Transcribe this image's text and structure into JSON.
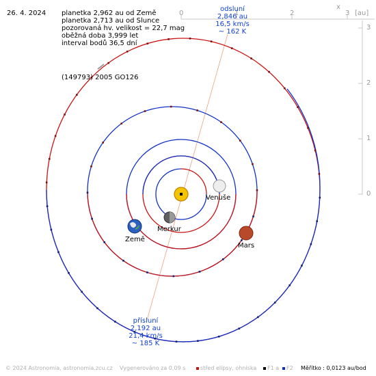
{
  "info": {
    "date": "26. 4. 2024",
    "lines": [
      "planetka 2,962 au od Země",
      "planetka 2,713 au od Slunce",
      "pozorovaná hv. velikost = 22,7 mag",
      "oběžná doba 3,999 let",
      "interval bodů 36,5 dní"
    ],
    "object_name": "(149793) 2005 GO126"
  },
  "aphelion": {
    "title": "odsluní",
    "lines": [
      "2,846 au",
      "16,5 km/s",
      "~ 162 K"
    ]
  },
  "perihelion": {
    "title": "přísluní",
    "lines": [
      "2,192 au",
      "21,4 km/s",
      "~ 185 K"
    ]
  },
  "axis": {
    "unit": "[au]",
    "x_ticks": [
      "0",
      "1",
      "2",
      "3"
    ],
    "y_ticks": [
      "3",
      "2",
      "1",
      "0"
    ],
    "corner": "x"
  },
  "bodies": {
    "venus": "Venuše",
    "earth": "Země",
    "mercury": "Merkur",
    "mars": "Mars"
  },
  "footer": {
    "copyright": "© 2024 Astronomia, astronomia.zcu.cz",
    "generated": "Vygenerováno za 0,09 s",
    "center": "střed elipsy, ohniska",
    "f1": "F1 a",
    "f2": "F2",
    "scale": "Měřítko : 0,0123 au/bod"
  },
  "colors": {
    "orbit_red": "#cc1111",
    "orbit_blue": "#1030c8",
    "sun": "#f5c400",
    "text_blue": "#1040d0"
  }
}
